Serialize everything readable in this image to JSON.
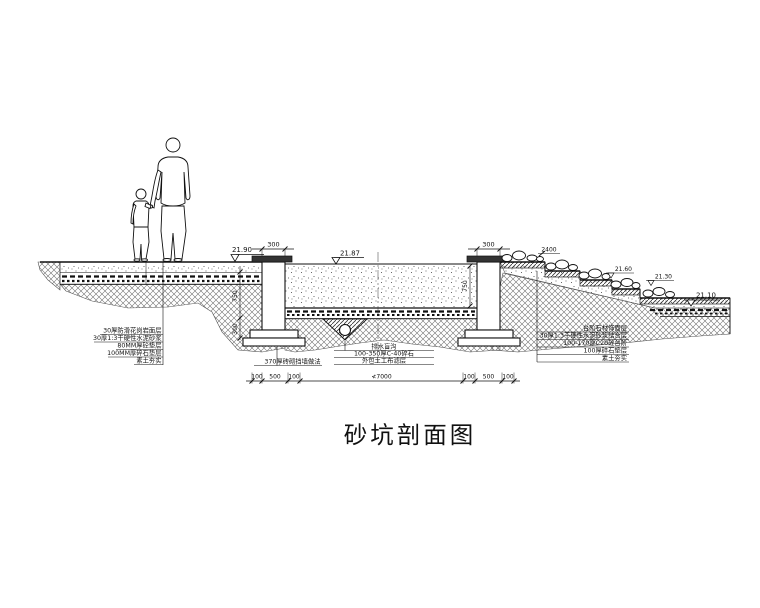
{
  "title": "砂坑剖面图",
  "elevations": {
    "left_walkway": "21.90",
    "sand_surface": "21.87",
    "steps_top": "2400",
    "step_upper": "21.60",
    "step_lower": "21.30",
    "bottom_right": "21.10"
  },
  "dimensions": {
    "left_wall_width": "300",
    "right_wall_width": "300",
    "left_wall_height": "750",
    "left_footing_height": "300",
    "pit_depth": "750",
    "chain": [
      "100",
      "500",
      "100",
      "≮7000",
      "100",
      "500",
      "100"
    ]
  },
  "notes": {
    "left_layers": [
      "30厚防滑花岗岩面层",
      "30厚1:3干硬性水泥砂浆",
      "80MM厚砼垫层",
      "100MM厚碎石垫层",
      "素土夯实"
    ],
    "wall_note": "370厚砖砌挡墙做法",
    "drain": [
      "排水盲沟",
      "100-350厚C-40碎石",
      "外包土工布滤层"
    ],
    "right_layers": [
      "台阶石材饰面层",
      "30厚1:3干硬性水泥砂浆结合层",
      "100-170厚C20砼台阶",
      "100厚碎石垫层",
      "素土夯实"
    ]
  }
}
